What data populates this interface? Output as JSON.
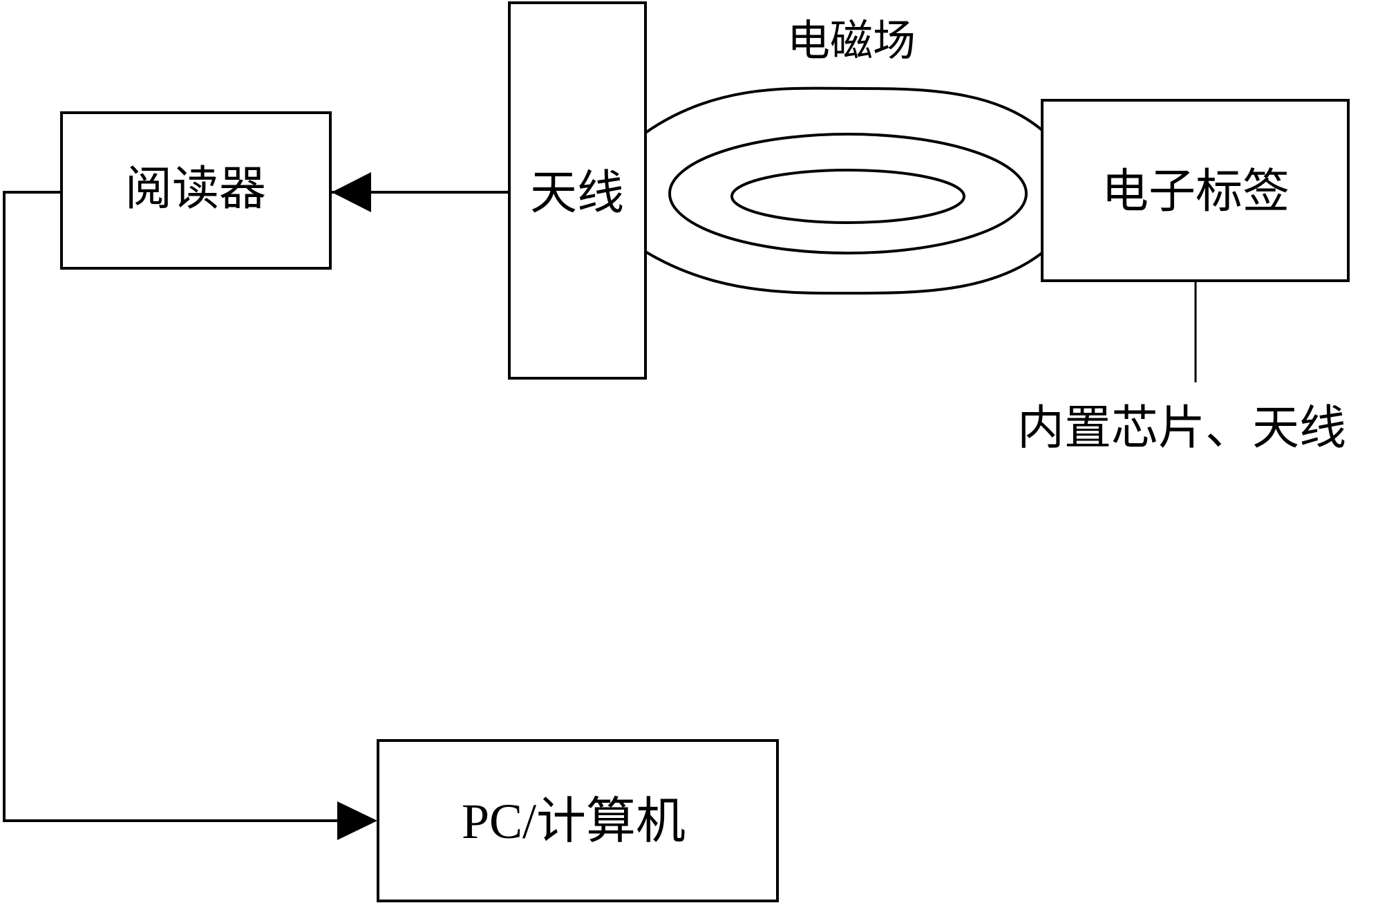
{
  "diagram": {
    "title": "RFID system block diagram",
    "nodes": {
      "reader": {
        "label": "阅读器"
      },
      "antenna": {
        "label": "天线"
      },
      "tag": {
        "label": "电子标签"
      },
      "pc": {
        "label": "PC/计算机"
      }
    },
    "annotations": {
      "field": "电磁场",
      "tag_note": "内置芯片、天线"
    },
    "edges": [
      {
        "from": "antenna",
        "to": "reader",
        "arrow": "to"
      },
      {
        "from": "reader",
        "to": "pc",
        "arrow": "to"
      },
      {
        "from": "antenna",
        "to": "tag",
        "type": "electromagnetic-field"
      }
    ],
    "colors": {
      "stroke": "#000000",
      "background": "#ffffff"
    }
  }
}
